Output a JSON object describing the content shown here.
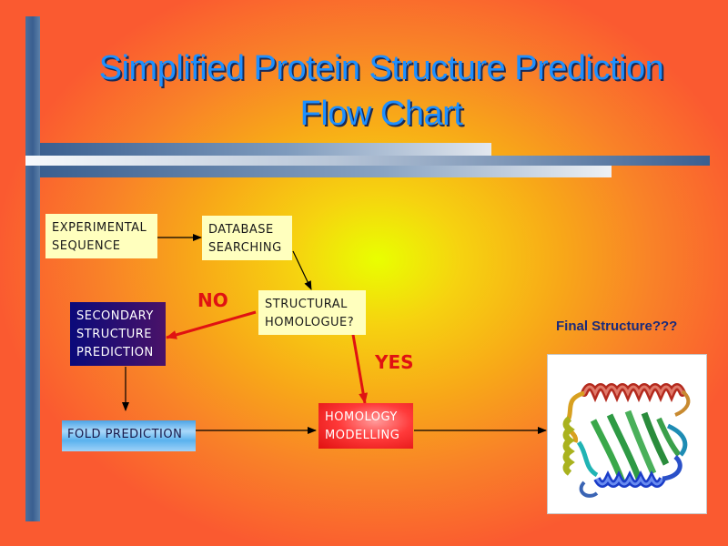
{
  "title": {
    "line1": "Simplified Protein Structure Prediction",
    "line2": "Flow Chart"
  },
  "nodes": {
    "experimental_sequence": {
      "line1": "EXPERIMENTAL",
      "line2": "SEQUENCE"
    },
    "database_searching": {
      "line1": "DATABASE",
      "line2": "SEARCHING"
    },
    "structural_homologue": {
      "line1": "STRUCTURAL",
      "line2": "HOMOLOGUE?"
    },
    "secondary_structure_prediction": {
      "line1": "SECONDARY",
      "line2": "STRUCTURE",
      "line3": "PREDICTION"
    },
    "fold_prediction": {
      "label": "FOLD PREDICTION"
    },
    "homology_modelling": {
      "line1": "HOMOLOGY",
      "line2": "MODELLING"
    }
  },
  "edge_labels": {
    "no": "NO",
    "yes": "YES"
  },
  "final_structure": {
    "label": "Final Structure???",
    "image": "protein-ribbon-structure"
  },
  "colors": {
    "title": "#1e90ff",
    "edge_label": "#e01212",
    "arrow_black": "#000000",
    "arrow_red": "#e01212",
    "final_label": "#1a2a7a"
  }
}
